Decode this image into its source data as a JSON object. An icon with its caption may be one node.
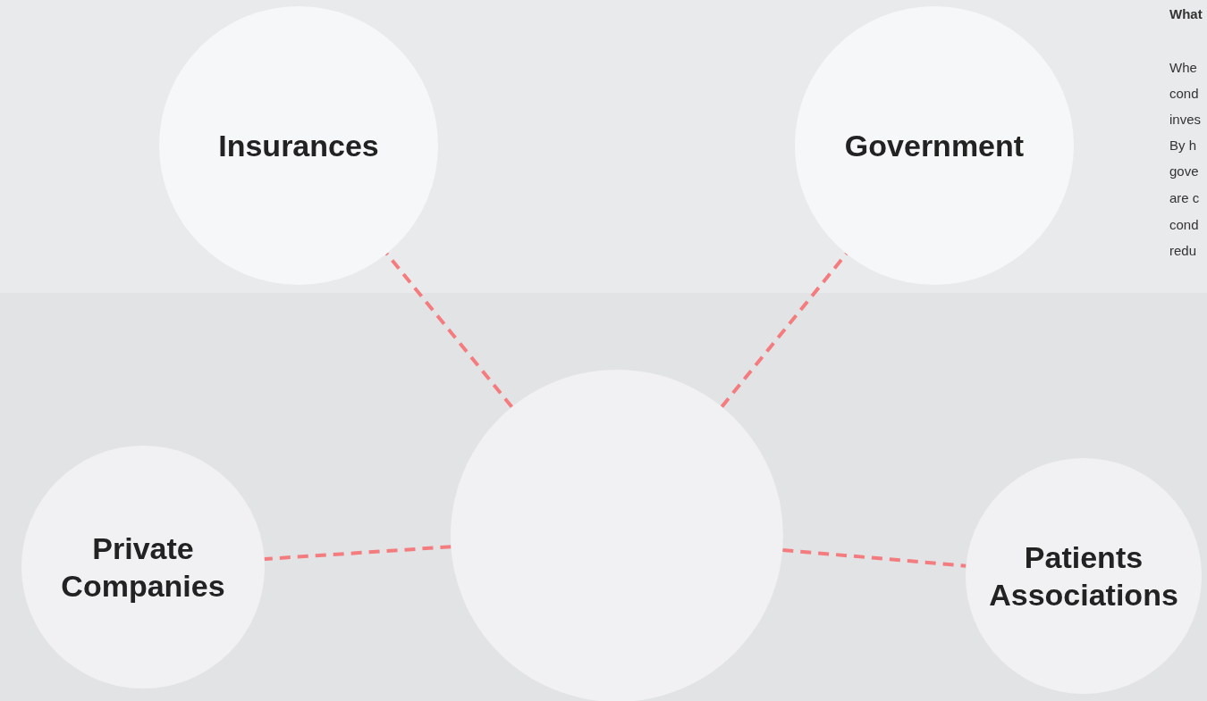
{
  "diagram": {
    "nodes": [
      {
        "text": [
          "Insurances"
        ]
      },
      {
        "text": [
          "Government"
        ]
      },
      {
        "text": [
          "Private Companies"
        ]
      },
      {
        "text": [],
        "shape": "circle"
      },
      {
        "text": [
          "Patients Associations"
        ]
      }
    ],
    "edges": [
      {
        "from": 3,
        "to": 0,
        "arrow": "none",
        "style": "dashed"
      },
      {
        "from": 3,
        "to": 1,
        "arrow": "none",
        "style": "dashed"
      },
      {
        "from": 3,
        "to": 2,
        "arrow": "none",
        "style": "dashed"
      },
      {
        "from": 3,
        "to": 4,
        "arrow": "none",
        "style": "dashed"
      }
    ],
    "labels": [
      "What",
      "Whe",
      "cond",
      "inves",
      "By h",
      "gove",
      "are c",
      "cond",
      "redu"
    ]
  }
}
